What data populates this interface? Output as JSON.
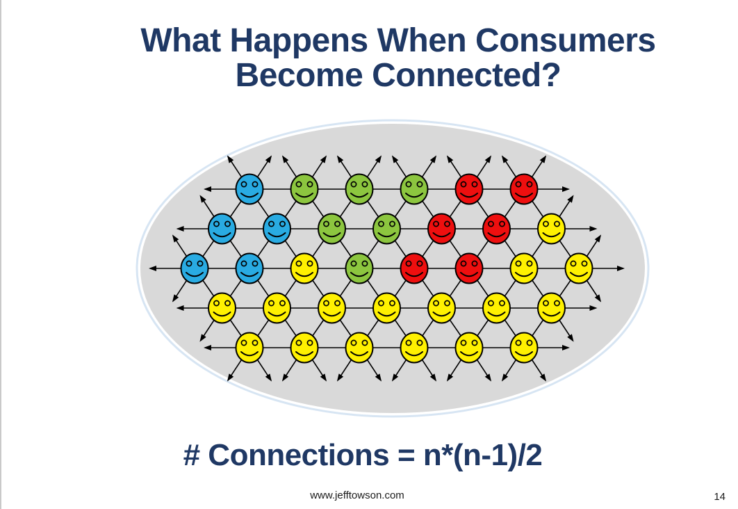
{
  "slide": {
    "title": {
      "line1": "What Happens When Consumers",
      "line2": "Become Connected?"
    },
    "formula": "# Connections = n*(n-1)/2",
    "footer": {
      "url": "www.jefftowson.com",
      "page_number": "14"
    }
  },
  "colors": {
    "title_text": "#1F3864",
    "formula_text": "#1F3864",
    "footer_text": "#1a1a1a",
    "line": "#000000"
  },
  "chart_data": {
    "type": "network",
    "title": "Connected consumers network",
    "description": "Triangular lattice of 34 smiley-face consumers inside a gray ellipse; neighbors joined by lines, boundary links end in outward arrows",
    "node_count": 34,
    "rows": [
      [
        "blue",
        "green",
        "green",
        "green",
        "red",
        "red"
      ],
      [
        "blue",
        "blue",
        "green",
        "green",
        "red",
        "red",
        "yellow"
      ],
      [
        "blue",
        "blue",
        "yellow",
        "green",
        "red",
        "red",
        "yellow",
        "yellow"
      ],
      [
        "yellow",
        "yellow",
        "yellow",
        "yellow",
        "yellow",
        "yellow",
        "yellow"
      ],
      [
        "yellow",
        "yellow",
        "yellow",
        "yellow",
        "yellow",
        "yellow"
      ]
    ],
    "palette": {
      "blue": "#29ABE2",
      "green": "#8CC63F",
      "red": "#EE0F0F",
      "yellow": "#FFF100"
    },
    "node_outline": "#000000",
    "ellipse_fill": "#D9D9D9",
    "ellipse_rim": "#D7E5F3",
    "edge_style": "black lines, arrowheads on outward boundary rays"
  }
}
